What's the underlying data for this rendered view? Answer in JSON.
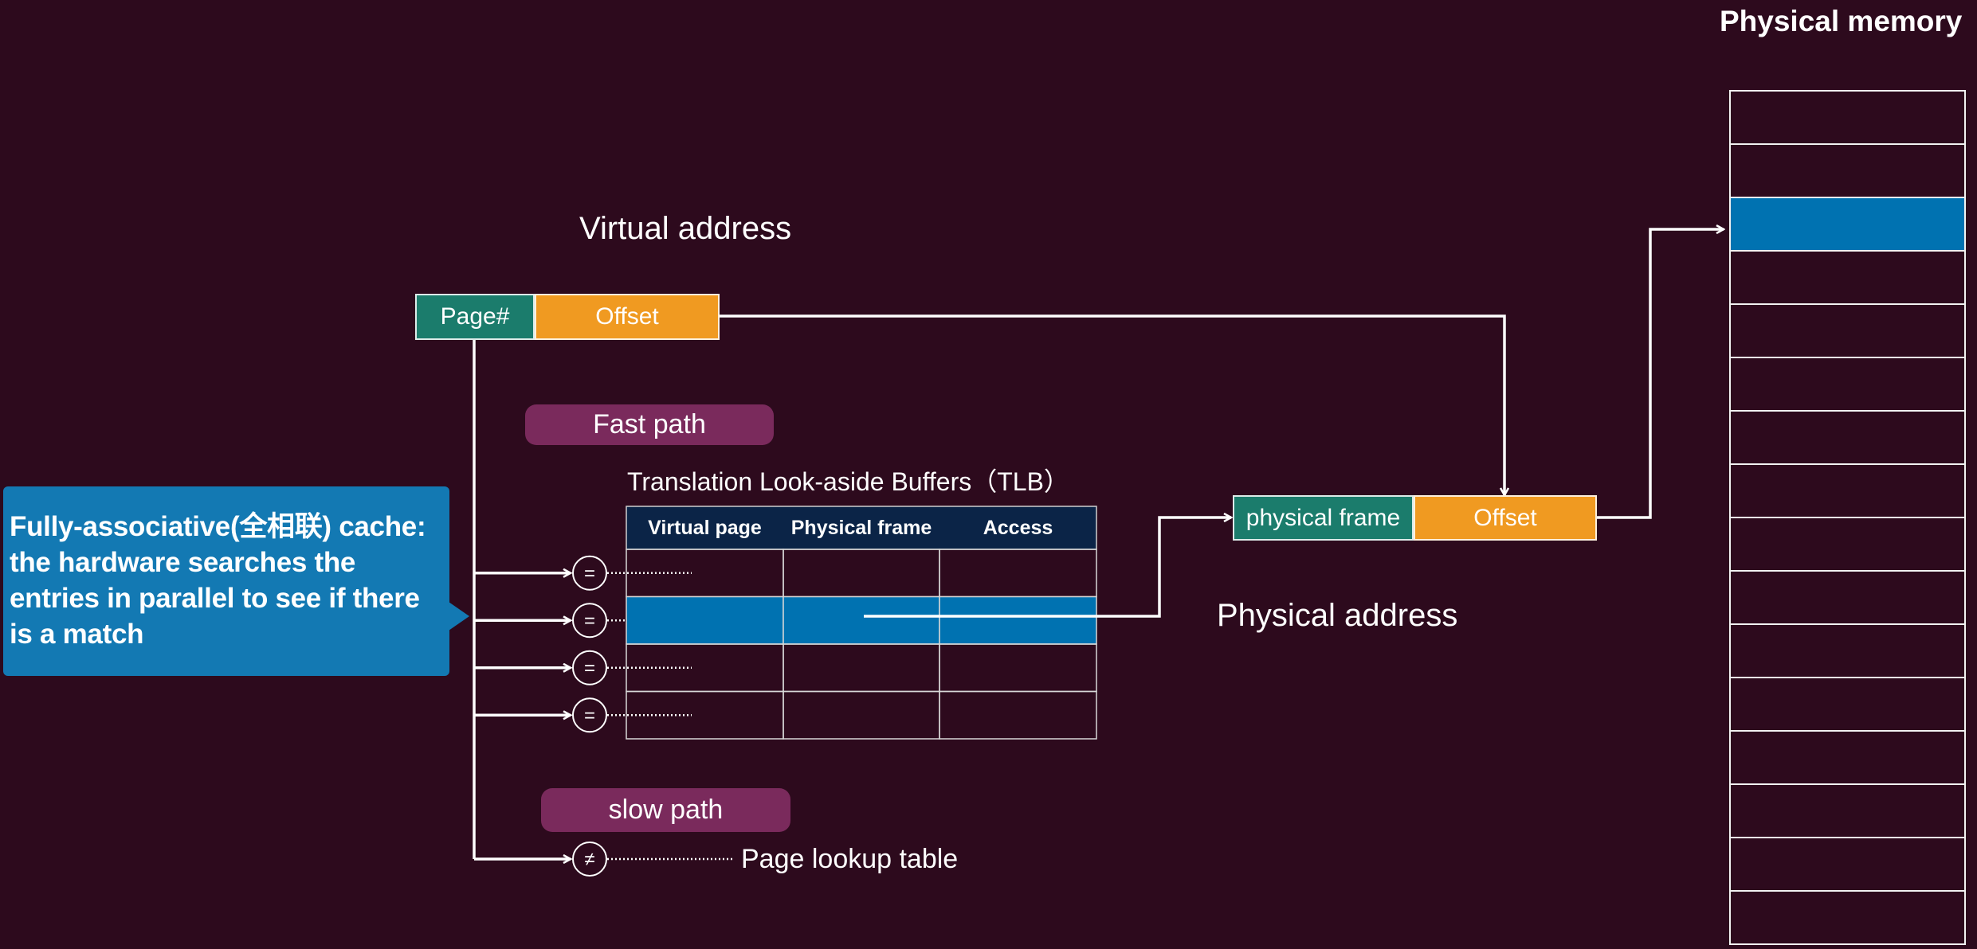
{
  "virtual_address": {
    "label": "Virtual address",
    "page_field": "Page#",
    "offset_field": "Offset"
  },
  "fast_path": {
    "label": "Fast path"
  },
  "slow_path": {
    "label": "slow path"
  },
  "tlb": {
    "title": "Translation Look-aside Buffers（TLB）",
    "columns": [
      "Virtual page",
      "Physical frame",
      "Access"
    ],
    "row_count": 4,
    "matched_row_index": 1,
    "comparator_symbol": "=",
    "slow_comparator_symbol": "≠"
  },
  "page_lookup": {
    "label": "Page lookup table"
  },
  "physical_address": {
    "label": "Physical address",
    "frame_field": "physical frame",
    "offset_field": "Offset"
  },
  "physical_memory": {
    "title": "Physical memory",
    "row_count": 16,
    "highlighted_row_index": 2
  },
  "callout": {
    "text_lines": [
      "Fully-associative(全相联) cache:",
      "the hardware searches the",
      "entries in parallel to see if there",
      "is a match"
    ]
  },
  "colors": {
    "background": "#2d0a1d",
    "teal": "#1b7c6c",
    "orange": "#f09a21",
    "highlight_blue": "#0072b1",
    "tlb_header": "#0b2447",
    "pill": "#7a2a5c",
    "callout": "#1379b3"
  }
}
